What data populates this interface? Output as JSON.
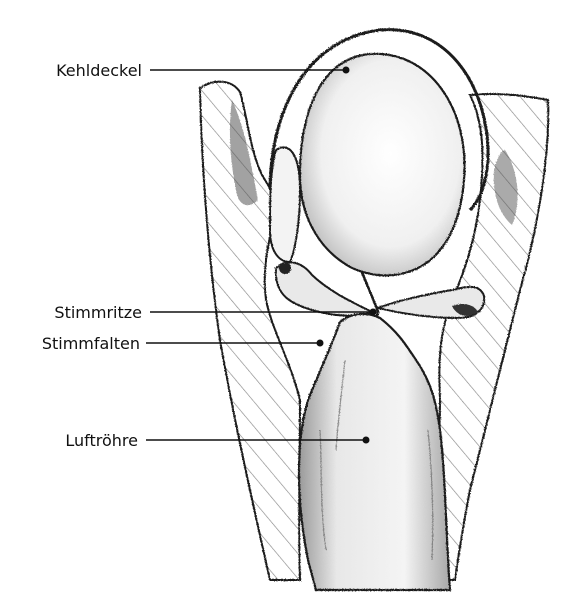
{
  "labels": {
    "kehldeckel": "Kehldeckel",
    "stimmritze": "Stimmritze",
    "stimmfalten": "Stimmfalten",
    "luftroehre": "Luftröhre"
  },
  "colors": {
    "ink": "#1a1a1a",
    "shade": "#777777",
    "paper": "#ffffff"
  }
}
